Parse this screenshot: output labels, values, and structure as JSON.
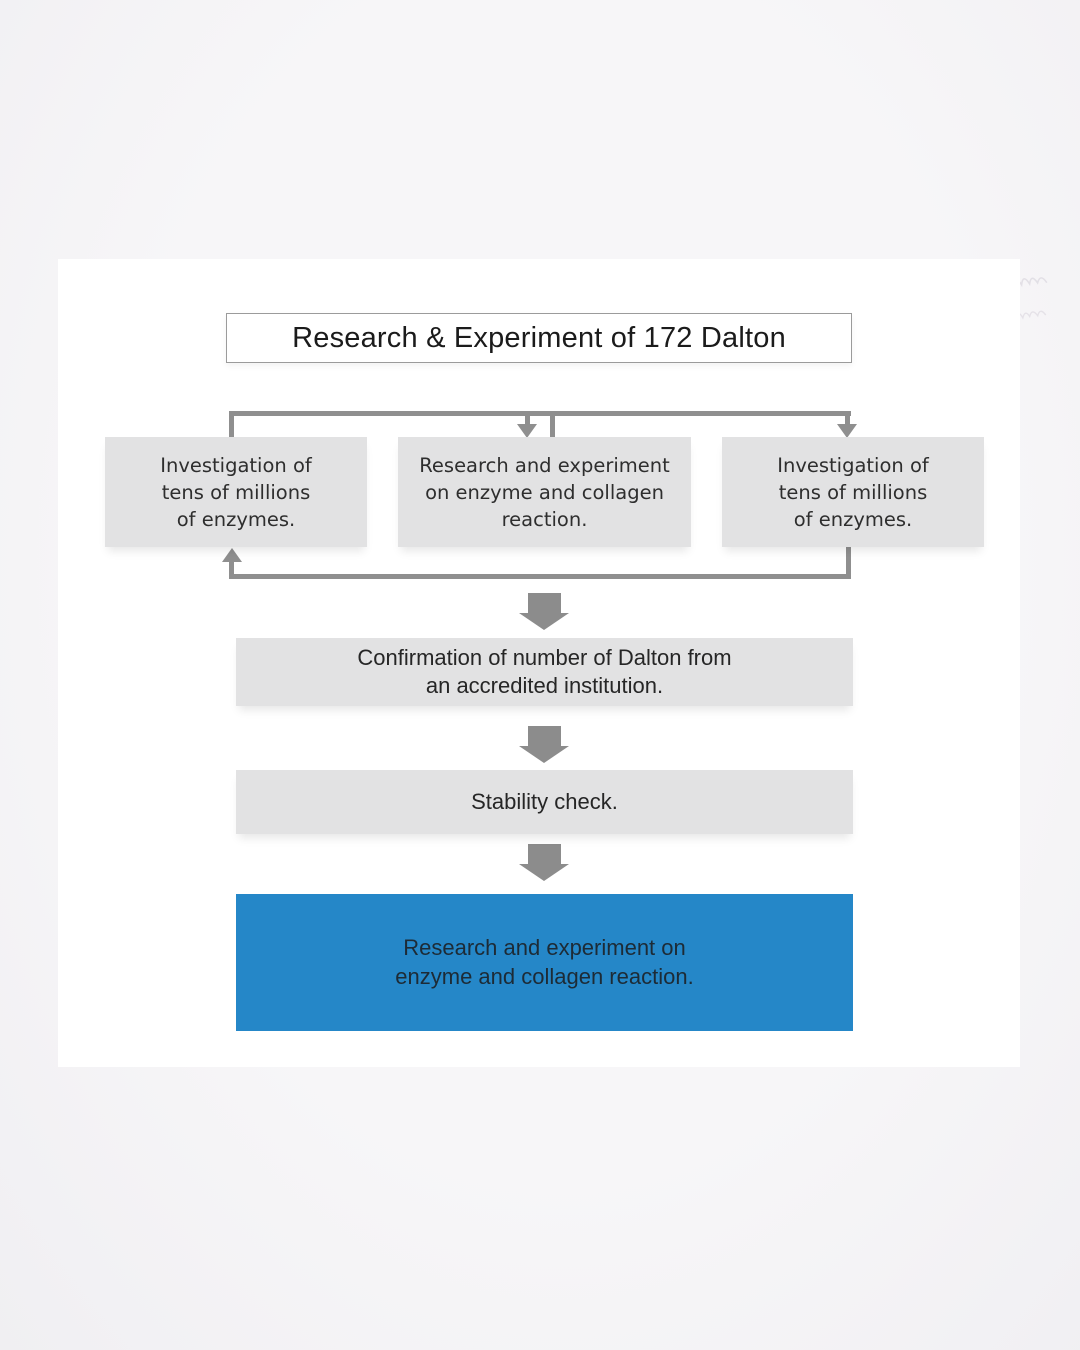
{
  "canvas": {
    "background": "#f5f4f6",
    "card_background": "#ffffff"
  },
  "diagram": {
    "title": "Research & Experiment of 172 Dalton",
    "colors": {
      "box_fill": "#e2e2e3",
      "highlight_fill": "#2587c8",
      "connector_gray": "#8f8f8f",
      "arrow_gray": "#8c8c8c",
      "title_border": "#9b9b9b"
    },
    "top_row": [
      {
        "lines": [
          "Investigation of",
          "tens of millions",
          "of enzymes."
        ]
      },
      {
        "lines": [
          "Research and experiment",
          "on enzyme and collagen",
          "reaction."
        ]
      },
      {
        "lines": [
          "Investigation of",
          "tens of millions",
          "of enzymes."
        ]
      }
    ],
    "steps": [
      {
        "lines": [
          "Confirmation of number of Dalton from",
          "an accredited institution."
        ]
      },
      {
        "lines": [
          "Stability check."
        ]
      },
      {
        "lines": [
          "Research and experiment on",
          "enzyme and collagen reaction."
        ],
        "highlighted": true
      }
    ]
  }
}
